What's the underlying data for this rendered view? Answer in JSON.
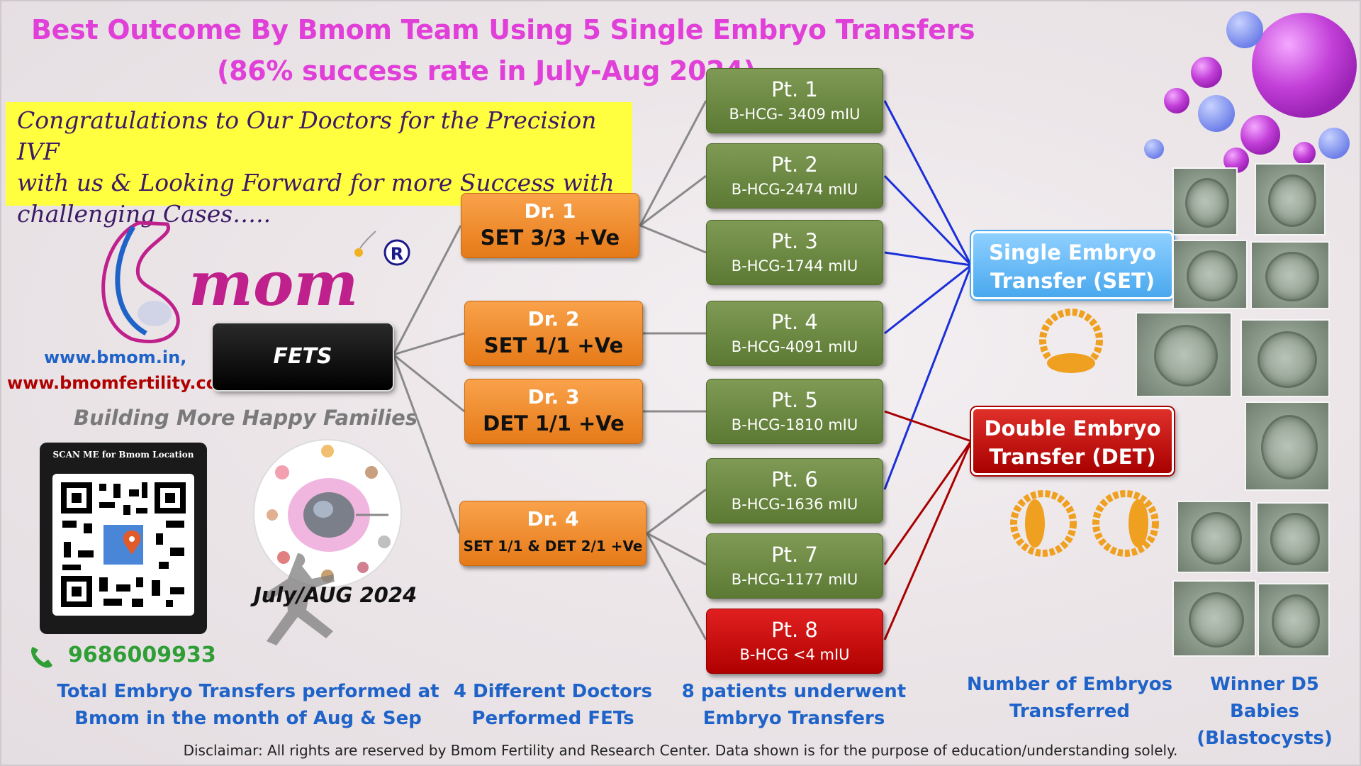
{
  "title": {
    "line1": "Best Outcome By Bmom Team Using 5 Single Embryo Transfers",
    "line2": "(86% success rate in July-Aug 2024)"
  },
  "congrats": {
    "line1": "Congratulations to Our Doctors for the Precision IVF",
    "line2": "with us & Looking Forward for more Success with",
    "line3": "challenging Cases….."
  },
  "brand": {
    "logo_text": "mom",
    "registered": "R",
    "url1": "www.bmom.in,",
    "url2": "www.bmomfertility.com",
    "tagline": "Building More Happy Families",
    "qr_label": "SCAN ME for Bmom Location",
    "phone": "9686009933",
    "period": "July/AUG 2024"
  },
  "tree": {
    "root": "FETS",
    "doctors": [
      {
        "name": "Dr. 1",
        "result": "SET 3/3 +Ve"
      },
      {
        "name": "Dr. 2",
        "result": "SET 1/1 +Ve"
      },
      {
        "name": "Dr. 3",
        "result": "DET 1/1 +Ve"
      },
      {
        "name": "Dr. 4",
        "result": "SET 1/1 & DET 2/1 +Ve"
      }
    ],
    "patients": [
      {
        "name": "Pt. 1",
        "value": "B-HCG- 3409 mIU"
      },
      {
        "name": "Pt. 2",
        "value": "B-HCG-2474 mIU"
      },
      {
        "name": "Pt. 3",
        "value": "B-HCG-1744 mIU"
      },
      {
        "name": "Pt. 4",
        "value": "B-HCG-4091 mIU"
      },
      {
        "name": "Pt. 5",
        "value": "B-HCG-1810 mIU"
      },
      {
        "name": "Pt. 6",
        "value": "B-HCG-1636 mIU"
      },
      {
        "name": "Pt. 7",
        "value": "B-HCG-1177 mIU"
      },
      {
        "name": "Pt. 8",
        "value": "B-HCG <4 mIU"
      }
    ],
    "set": {
      "line1": "Single Embryo",
      "line2": "Transfer (SET)"
    },
    "det": {
      "line1": "Double Embryo",
      "line2": "Transfer (DET)"
    }
  },
  "colors": {
    "title": "#e040d8",
    "doctor": "#f08a2a",
    "patient": "#6b8a42",
    "failed": "#cc0000",
    "set": "#49a8ee",
    "det": "#b00000",
    "set_link": "#1a2fd8",
    "det_link": "#a80000",
    "caption": "#1f63c9"
  },
  "captions": {
    "c1a": "Total Embryo Transfers performed at",
    "c1b": "Bmom in the month of Aug & Sep",
    "c2a": "4 Different Doctors",
    "c2b": "Performed FETs",
    "c3a": "8 patients underwent",
    "c3b": "Embryo Transfers",
    "c4a": "Number of Embryos",
    "c4b": "Transferred",
    "c5a": "Winner D5 Babies",
    "c5b": "(Blastocysts)"
  },
  "disclaimer": "Disclaimar: All rights are reserved by Bmom Fertility and Research Center. Data shown is for the purpose of education/understanding solely."
}
